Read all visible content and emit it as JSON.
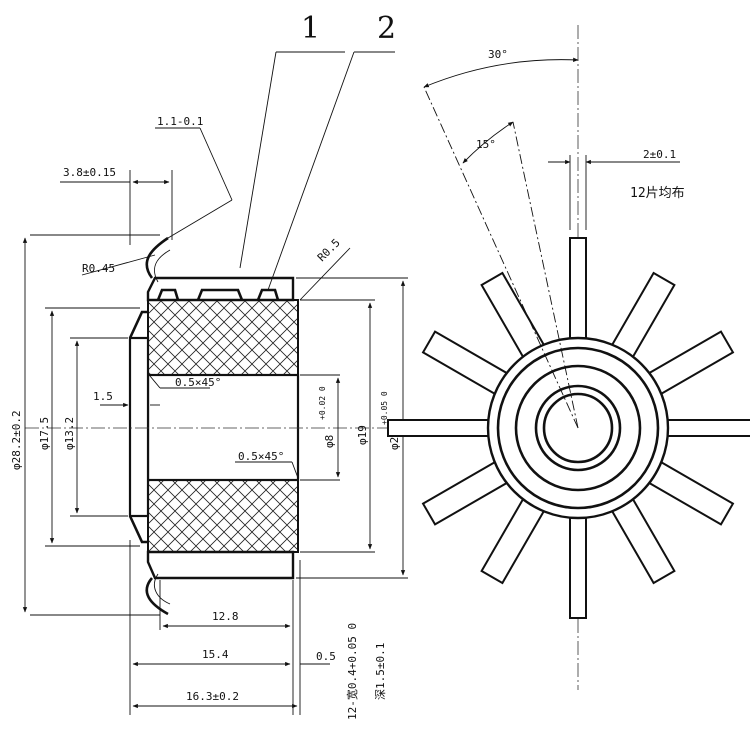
{
  "part_labels": {
    "one": "1",
    "two": "2"
  },
  "side_view": {
    "tab_thickness": "1.1-0.1",
    "hook_width": "3.8±0.15",
    "hook_radius": "R0.45",
    "edge_radius": "R0.5",
    "chamfer_top": "0.5×45°",
    "chamfer_bottom": "0.5×45°",
    "step": "1.5",
    "dia_outer": "φ28.2±0.2",
    "dia_hub_outer": "φ17.5",
    "dia_hub_inner": "φ13.2",
    "dia_bore_base": "φ8",
    "dia_bore_tol": "+0.02 0",
    "dia_body": "φ19",
    "dia_outer_base": "φ22",
    "dia_outer_tol": "+0.05 0",
    "len_12_8": "12.8",
    "len_15_4": "15.4",
    "len_16_3": "16.3±0.2",
    "gap_0_5": "0.5",
    "slot_width": "12-宽0.4+0.05 0",
    "slot_depth": "深1.5±0.1"
  },
  "end_view": {
    "angle_30": "30°",
    "angle_15": "15°",
    "tab_width": "2±0.1",
    "segments_note": "12片均布"
  }
}
